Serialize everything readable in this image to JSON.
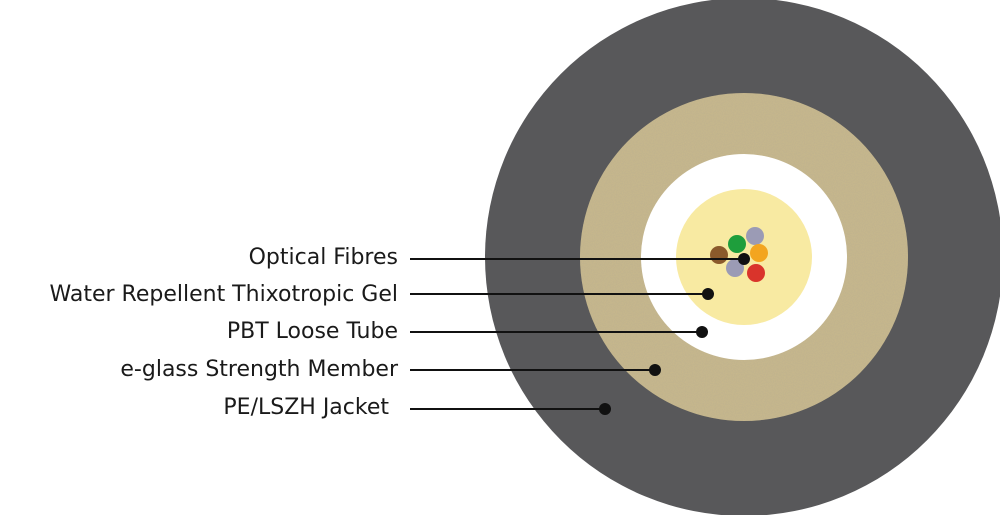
{
  "labels": {
    "optical_fibres": "Optical Fibres",
    "gel": "Water Repellent Thixotropic Gel",
    "loose_tube": "PBT Loose Tube",
    "strength_member": "e-glass Strength Member",
    "jacket": "PE/LSZH Jacket"
  },
  "colors": {
    "jacket": "#58585a",
    "strength_member": "#c9b98c",
    "loose_tube": "#ffffff",
    "gel": "#f8eaa2",
    "leader_line": "#111111",
    "fibres": [
      "#8b5a2b",
      "#1e9e3c",
      "#9b9bb5",
      "#f3a51f",
      "#d9342b",
      "#9b9bb5"
    ]
  }
}
